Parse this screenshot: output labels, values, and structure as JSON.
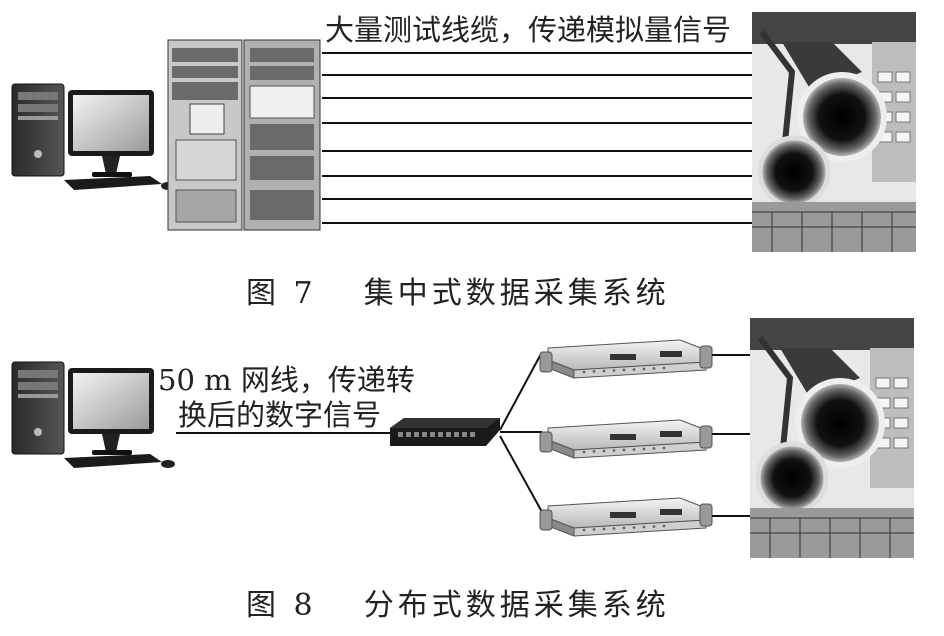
{
  "figure7": {
    "cable_label": "大量测试线缆，传递模拟量信号",
    "caption_num": "图 7",
    "caption_text": "集中式数据采集系统"
  },
  "figure8": {
    "net_label_line1": "50 m 网线，传递转",
    "net_label_line2": "换后的数字信号",
    "caption_num": "图 8",
    "caption_text": "分布式数据采集系统"
  },
  "colors": {
    "line": "#111111",
    "text": "#222222",
    "background": "#ffffff"
  },
  "icons": [
    "desktop-computer-icon",
    "rack-cabinet-icon",
    "engine-test-photo-icon",
    "network-switch-icon",
    "daq-module-icon"
  ]
}
